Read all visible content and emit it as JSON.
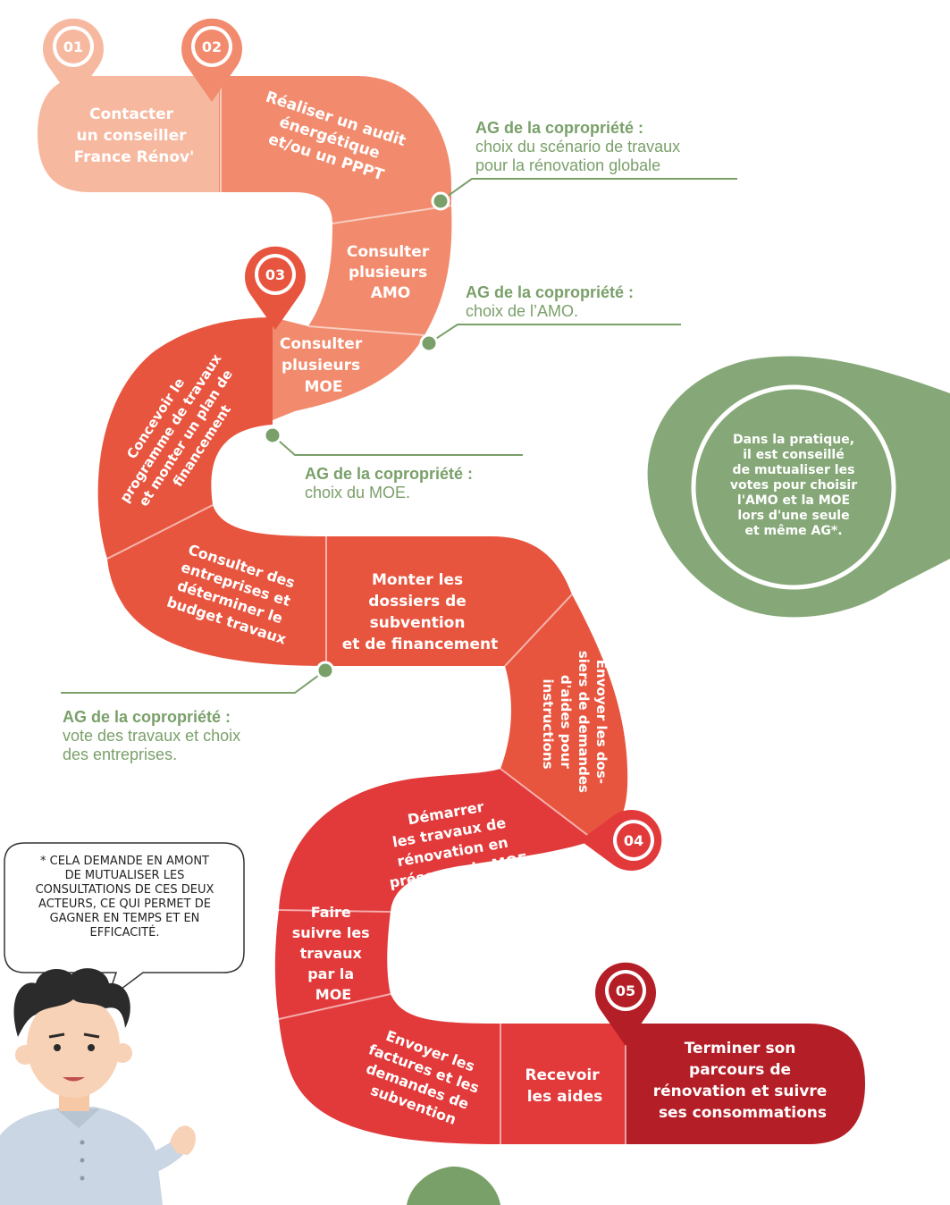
{
  "colors": {
    "step1": "#f7b8a0",
    "step2": "#f28b6e",
    "step3": "#e8553f",
    "step4": "#e2393a",
    "step5": "#b41e27",
    "green": "#7aa06a",
    "tip_green": "#86a878"
  },
  "markers": [
    {
      "num": "01",
      "color": "#f7b8a0"
    },
    {
      "num": "02",
      "color": "#f28b6e"
    },
    {
      "num": "03",
      "color": "#e8553f"
    },
    {
      "num": "04",
      "color": "#e2393a"
    },
    {
      "num": "05",
      "color": "#b41e27"
    }
  ],
  "steps": {
    "contacter": [
      "Contacter",
      "un conseiller",
      "France Rénov'"
    ],
    "audit": [
      "Réaliser un audit",
      "énergétique",
      "et/ou un PPPT"
    ],
    "amo": [
      "Consulter",
      "plusieurs",
      "AMO"
    ],
    "moe": [
      "Consulter",
      "plusieurs",
      "MOE"
    ],
    "concevoir": [
      "Concevoir le",
      "programme de travaux",
      "et monter un plan de",
      "financement"
    ],
    "entreprises": [
      "Consulter des",
      "entreprises et",
      "déterminer le",
      "budget travaux"
    ],
    "dossiers": [
      "Monter les",
      "dossiers de",
      "subvention",
      "et de financement"
    ],
    "envoyer_dossiers": [
      "Envoyer les dos-",
      "siers de demandes",
      "d'aides pour",
      "instructions"
    ],
    "demarrer": [
      "Démarrer",
      "les travaux de",
      "rénovation en",
      "présence du MOE"
    ],
    "suivre": [
      "Faire",
      "suivre les",
      "travaux",
      "par la",
      "MOE"
    ],
    "factures": [
      "Envoyer les",
      "factures et les",
      "demandes de",
      "subvention"
    ],
    "recevoir": [
      "Recevoir",
      "les aides"
    ],
    "terminer": [
      "Terminer son",
      "parcours de",
      "rénovation et suivre",
      "ses consommations"
    ]
  },
  "ag_notes": {
    "scenario": {
      "title": "AG de la copropriété :",
      "lines": [
        "choix du scénario de travaux",
        "pour la rénovation globale"
      ]
    },
    "amo": {
      "title": "AG de la copropriété :",
      "lines": [
        "choix de l’AMO."
      ]
    },
    "moe": {
      "title": "AG de la copropriété :",
      "lines": [
        "choix du MOE."
      ]
    },
    "travaux": {
      "title": "AG de la copropriété :",
      "lines": [
        "vote des travaux et choix",
        "des entreprises."
      ]
    }
  },
  "tip": [
    "Dans la pratique,",
    "il est conseillé",
    "de mutualiser les",
    "votes pour choisir",
    "l'AMO et la MOE",
    "lors d'une seule",
    "et même AG*."
  ],
  "speech_bubble": [
    "* Cela demande en amont",
    "de mutualiser les",
    "consultations de ces deux",
    "acteurs, ce qui permet de",
    "gagner en temps et en",
    "efficacité."
  ],
  "icons": {
    "person": "person-illustration-icon",
    "marker": "map-pin-icon"
  }
}
